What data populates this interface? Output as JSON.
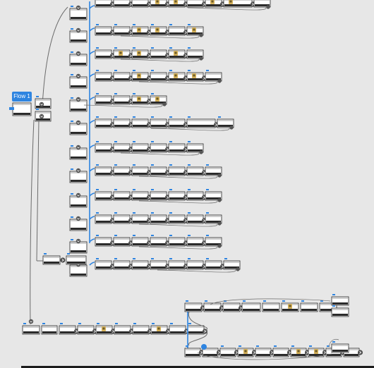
{
  "flow": {
    "label": "Flow 1"
  },
  "colors": {
    "canvas": "#e7e7e7",
    "accent": "#2e84e0",
    "frame_border": "#222222",
    "frame_fill": "#ffffff",
    "frame_bar": "#2b2b2b",
    "connector": "#6b6b6b",
    "hotspot": "#2e84e0"
  },
  "icons": [
    "chevron-down-icon",
    "arrow-right-icon",
    "thumbnail-icon"
  ],
  "rows": [
    {
      "frames": 9,
      "wide_frames": [
        7
      ],
      "thumbs": [
        3,
        4,
        6,
        7
      ]
    },
    {
      "frames": 6,
      "wide_frames": [],
      "thumbs": [
        2,
        3,
        5
      ]
    },
    {
      "frames": 6,
      "wide_frames": [],
      "thumbs": [
        1,
        2,
        4
      ]
    },
    {
      "frames": 7,
      "wide_frames": [],
      "thumbs": [
        2,
        4,
        5
      ]
    },
    {
      "frames": 4,
      "wide_frames": [],
      "thumbs": [
        2,
        3
      ]
    },
    {
      "frames": 7,
      "wide_frames": [
        5
      ],
      "thumbs": []
    },
    {
      "frames": 6,
      "wide_frames": [],
      "thumbs": []
    },
    {
      "frames": 7,
      "wide_frames": [],
      "thumbs": []
    },
    {
      "frames": 7,
      "wide_frames": [],
      "thumbs": []
    },
    {
      "frames": 7,
      "wide_frames": [],
      "thumbs": []
    },
    {
      "frames": 7,
      "wide_frames": [],
      "thumbs": []
    },
    {
      "frames": 8,
      "wide_frames": [],
      "thumbs": []
    }
  ],
  "bottom_rows": [
    {
      "frames": 8,
      "thumbs": [
        2,
        5
      ]
    },
    {
      "frames": 8,
      "thumbs": [
        5
      ]
    },
    {
      "frames": 10,
      "thumbs": [
        3,
        6,
        7
      ]
    }
  ]
}
